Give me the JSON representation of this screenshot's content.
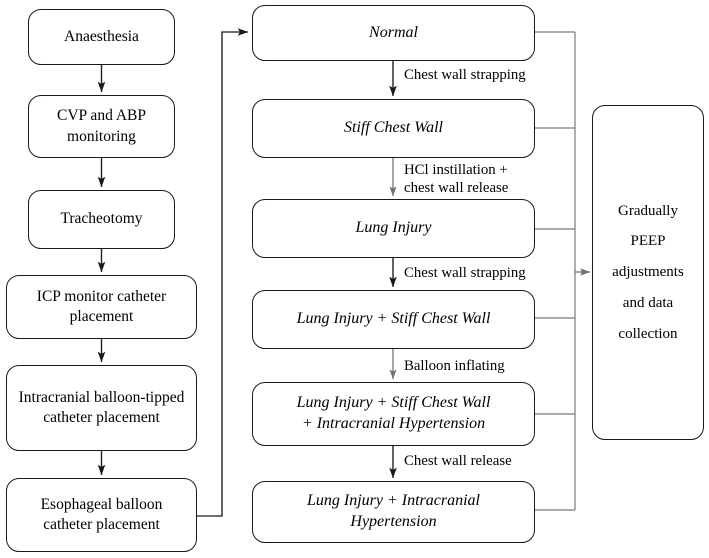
{
  "diagram": {
    "title": "Experimental protocol flowchart",
    "stroke_color": "#1a1a1a",
    "bus_color": "#7a7a7a",
    "background": "#ffffff"
  },
  "preparation_column": {
    "nodes": [
      {
        "id": "anaesthesia",
        "label": "Anaesthesia"
      },
      {
        "id": "cvp-abp",
        "label": "CVP and ABP\nmonitoring"
      },
      {
        "id": "tracheotomy",
        "label": "Tracheotomy"
      },
      {
        "id": "icp-monitor",
        "label": "ICP monitor catheter\nplacement"
      },
      {
        "id": "intracranial-balloon",
        "label": "Intracranial balloon-tipped\ncatheter placement"
      },
      {
        "id": "esophageal-balloon",
        "label": "Esophageal balloon\ncatheter placement"
      }
    ]
  },
  "condition_column": {
    "nodes": [
      {
        "id": "normal",
        "label": "Normal"
      },
      {
        "id": "stiff-chest-wall",
        "label": "Stiff Chest Wall"
      },
      {
        "id": "lung-injury",
        "label": "Lung Injury"
      },
      {
        "id": "lung-injury-stiff-chest-wall",
        "label": "Lung Injury + Stiff Chest Wall"
      },
      {
        "id": "lung-injury-stiff-ich",
        "label": "Lung Injury + Stiff Chest Wall\n+ Intracranial Hypertension"
      },
      {
        "id": "lung-injury-ich",
        "label": "Lung Injury + Intracranial\nHypertension"
      }
    ],
    "transitions": [
      {
        "id": "t1",
        "label": "Chest wall strapping"
      },
      {
        "id": "t2",
        "label": "HCl instillation +\nchest wall release"
      },
      {
        "id": "t3",
        "label": "Chest wall strapping"
      },
      {
        "id": "t4",
        "label": "Balloon inflating"
      },
      {
        "id": "t5",
        "label": "Chest wall release"
      }
    ]
  },
  "outcome_column": {
    "node": {
      "id": "peep-adjustments",
      "label": "Gradually\nPEEP\nadjustments\nand data\ncollection"
    }
  }
}
